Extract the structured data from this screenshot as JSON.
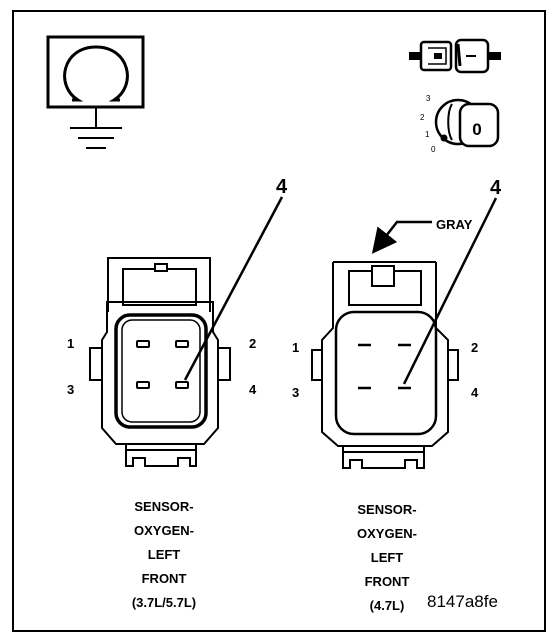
{
  "ohmmeter_symbol": "ohm-ground-icon",
  "ignition_key": {
    "positions": [
      "3",
      "2",
      "1",
      "0"
    ],
    "key_label": "0"
  },
  "connectors": [
    {
      "callout": "4",
      "pins": {
        "p1": "1",
        "p2": "2",
        "p3": "3",
        "p4": "4"
      },
      "caption": [
        "SENSOR-",
        "OXYGEN-",
        "LEFT",
        "FRONT",
        "(3.7L/5.7L)"
      ]
    },
    {
      "callout": "4",
      "color_note": "GRAY",
      "pins": {
        "p1": "1",
        "p2": "2",
        "p3": "3",
        "p4": "4"
      },
      "caption": [
        "SENSOR-",
        "OXYGEN-",
        "LEFT",
        "FRONT",
        "(4.7L)"
      ]
    }
  ],
  "figure_code": "8147a8fe"
}
